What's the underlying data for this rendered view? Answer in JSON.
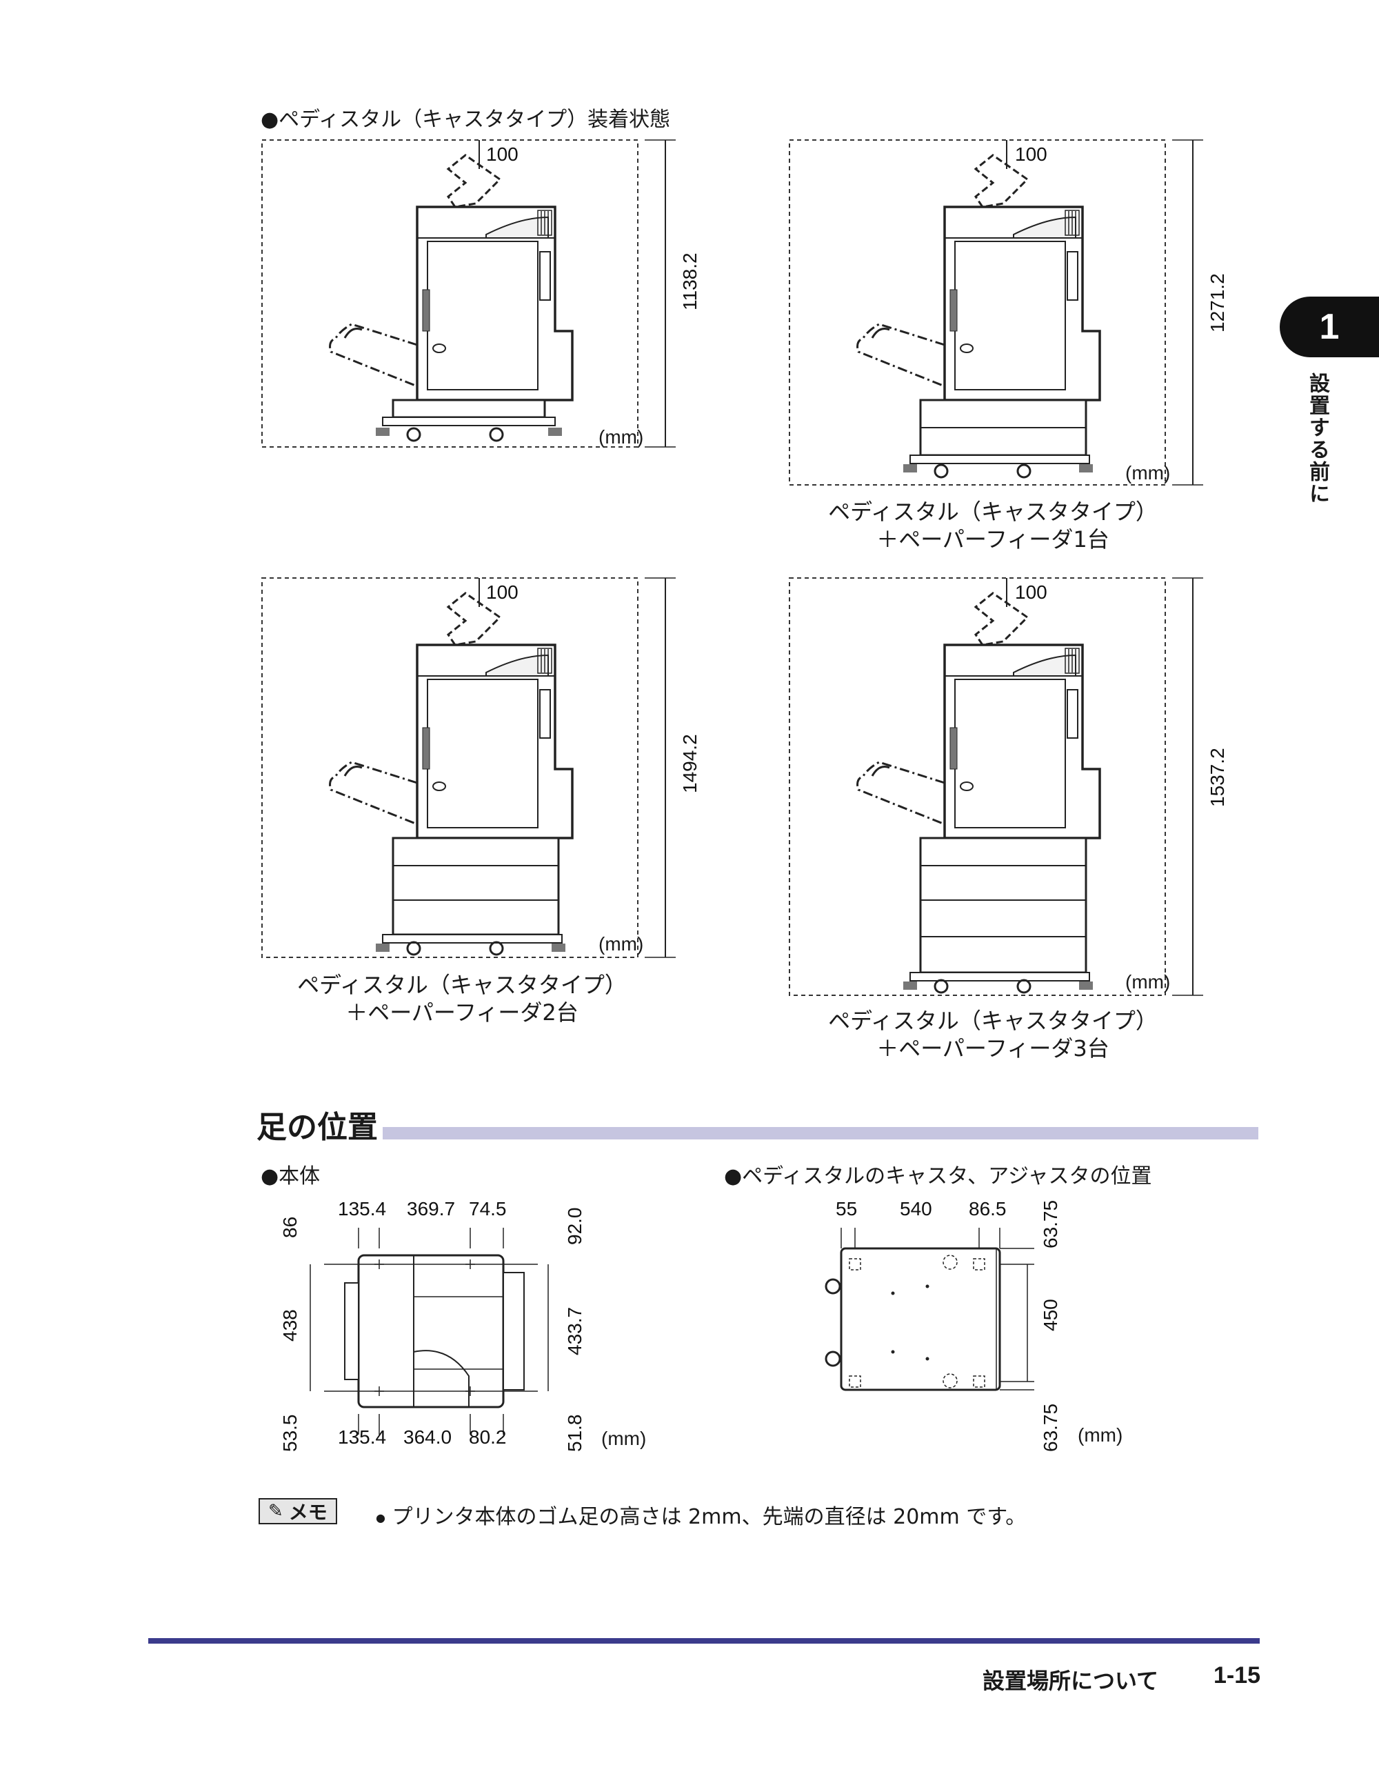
{
  "top_label": "●ペディスタル（キャスタタイプ）装着状態",
  "unit": "(mm)",
  "clearance": "100",
  "configs": [
    {
      "height": "1138.2",
      "caption": ""
    },
    {
      "height": "1271.2",
      "caption": "ペディスタル（キャスタタイプ）\n＋ペーパーフィーダ1台"
    },
    {
      "height": "1494.2",
      "caption": "ペディスタル（キャスタタイプ）\n＋ペーパーフィーダ2台"
    },
    {
      "height": "1537.2",
      "caption": "ペディスタル（キャスタタイプ）\n＋ペーパーフィーダ3台"
    }
  ],
  "section": {
    "title": "足の位置"
  },
  "foot_body": {
    "label": "●本体",
    "top_dims": [
      "135.4",
      "369.7",
      "74.5"
    ],
    "bottom_dims": [
      "135.4",
      "364.0",
      "80.2"
    ],
    "left_dims": [
      "86",
      "438",
      "53.5"
    ],
    "right_dims": [
      "92.0",
      "433.7",
      "51.8"
    ],
    "unit": "(mm)"
  },
  "foot_pedestal": {
    "label": "●ペディスタルのキャスタ、アジャスタの位置",
    "top_dims": [
      "55",
      "540",
      "86.5"
    ],
    "right_dims": [
      "63.75",
      "450",
      "63.75"
    ],
    "unit": "(mm)"
  },
  "memo": {
    "badge": "メモ",
    "text": "プリンタ本体のゴム足の高さは 2mm、先端の直径は 20mm です。"
  },
  "chapter": {
    "number": "1",
    "title": "設置する前に"
  },
  "footer": {
    "title": "設置場所について",
    "page": "1-15"
  }
}
